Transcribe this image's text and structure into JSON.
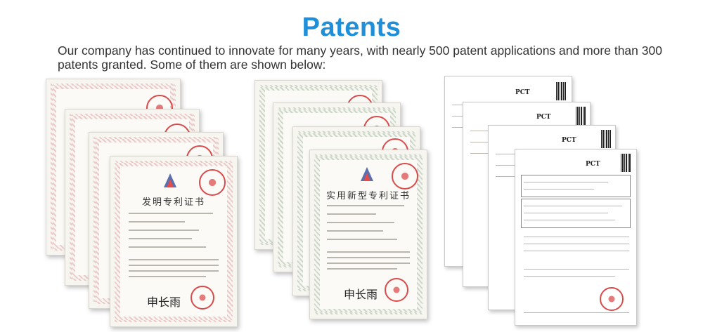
{
  "header": {
    "title": "Patents",
    "intro": "Our company has continued to innovate for many years, with nearly 500 patent applications and more than 300 patents granted. Some of them are shown below:"
  },
  "groups": {
    "invention": {
      "certificate_title": "发明专利证书",
      "signature": "申长雨"
    },
    "utility": {
      "certificate_title": "实用新型专利证书",
      "signature": "申长雨"
    },
    "pct": {
      "label": "PCT"
    }
  },
  "colors": {
    "title": "#1e8fd8",
    "text": "#333333",
    "stamp": "#d94b4b"
  }
}
